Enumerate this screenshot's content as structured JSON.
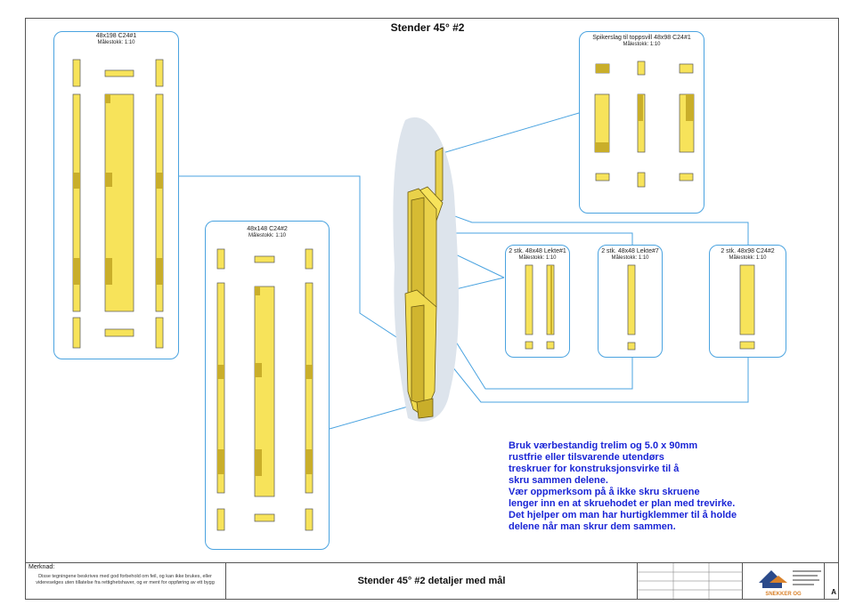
{
  "page_title": "Stender 45° #2",
  "panels": {
    "p1": {
      "label": "48x198 C24#1",
      "scale": "Målestokk: 1:10"
    },
    "p2": {
      "label": "48x148 C24#2",
      "scale": "Målestokk: 1:10"
    },
    "p3": {
      "label": "Spikerslag til toppsvill 48x98 C24#1",
      "scale": "Målestokk: 1:10"
    },
    "p4": {
      "label": "2 stk. 48x48 Lekte#1",
      "scale": "Målestokk: 1:10"
    },
    "p5": {
      "label": "2 stk. 48x48 Lekte#7",
      "scale": "Målestokk: 1:10"
    },
    "p6": {
      "label": "2 stk. 48x98 C24#2",
      "scale": "Målestokk: 1:10"
    }
  },
  "instructions": [
    "Bruk værbestandig trelim og 5.0 x 90mm",
    "rustfrie eller tilsvarende utendørs",
    "treskruer for konstruksjonsvirke til å",
    "skru sammen delene.",
    "Vær oppmerksom på å ikke skru skruene",
    "lenger inn en at skruehodet er plan med trevirke.",
    "Det hjelper om man har hurtigklemmer til å holde",
    "delene når man skrur dem sammen."
  ],
  "title_block": {
    "merknad": "Merknad:",
    "disclaimer": "Disse tegningene beskrives med god forbehold om feil, og kan ikke brukes, eller videreselges uten tillatelse fra rettighetshaver, og er ment for oppføring av ett bygg",
    "drawing_title": "Stender 45° #2 detaljer med mål",
    "logo": "SNEKKER OG",
    "revision": "A"
  },
  "colors": {
    "wood": "#f7e35a",
    "wood_dark": "#c9ae2a",
    "line": "#4aa3e0",
    "text_blue": "#1a25d6"
  }
}
